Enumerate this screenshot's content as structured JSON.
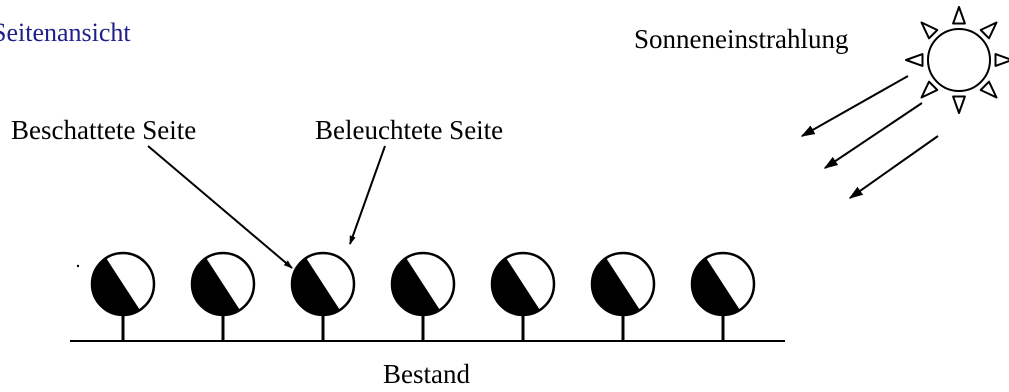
{
  "title": "Seitenansicht",
  "labels": {
    "sun_radiation": "Sonneneinstrahlung",
    "shaded_side": "Beschattete Seite",
    "lit_side": "Beleuchtete Seite",
    "stand": "Bestand"
  },
  "icons": {
    "sun": "sun-icon",
    "rays": "sun-ray-arrow-icon",
    "tree": "tree-icon"
  },
  "tree_count": 7,
  "colors": {
    "title": "#1f1f8a",
    "ink": "#000000",
    "background": "#ffffff"
  }
}
